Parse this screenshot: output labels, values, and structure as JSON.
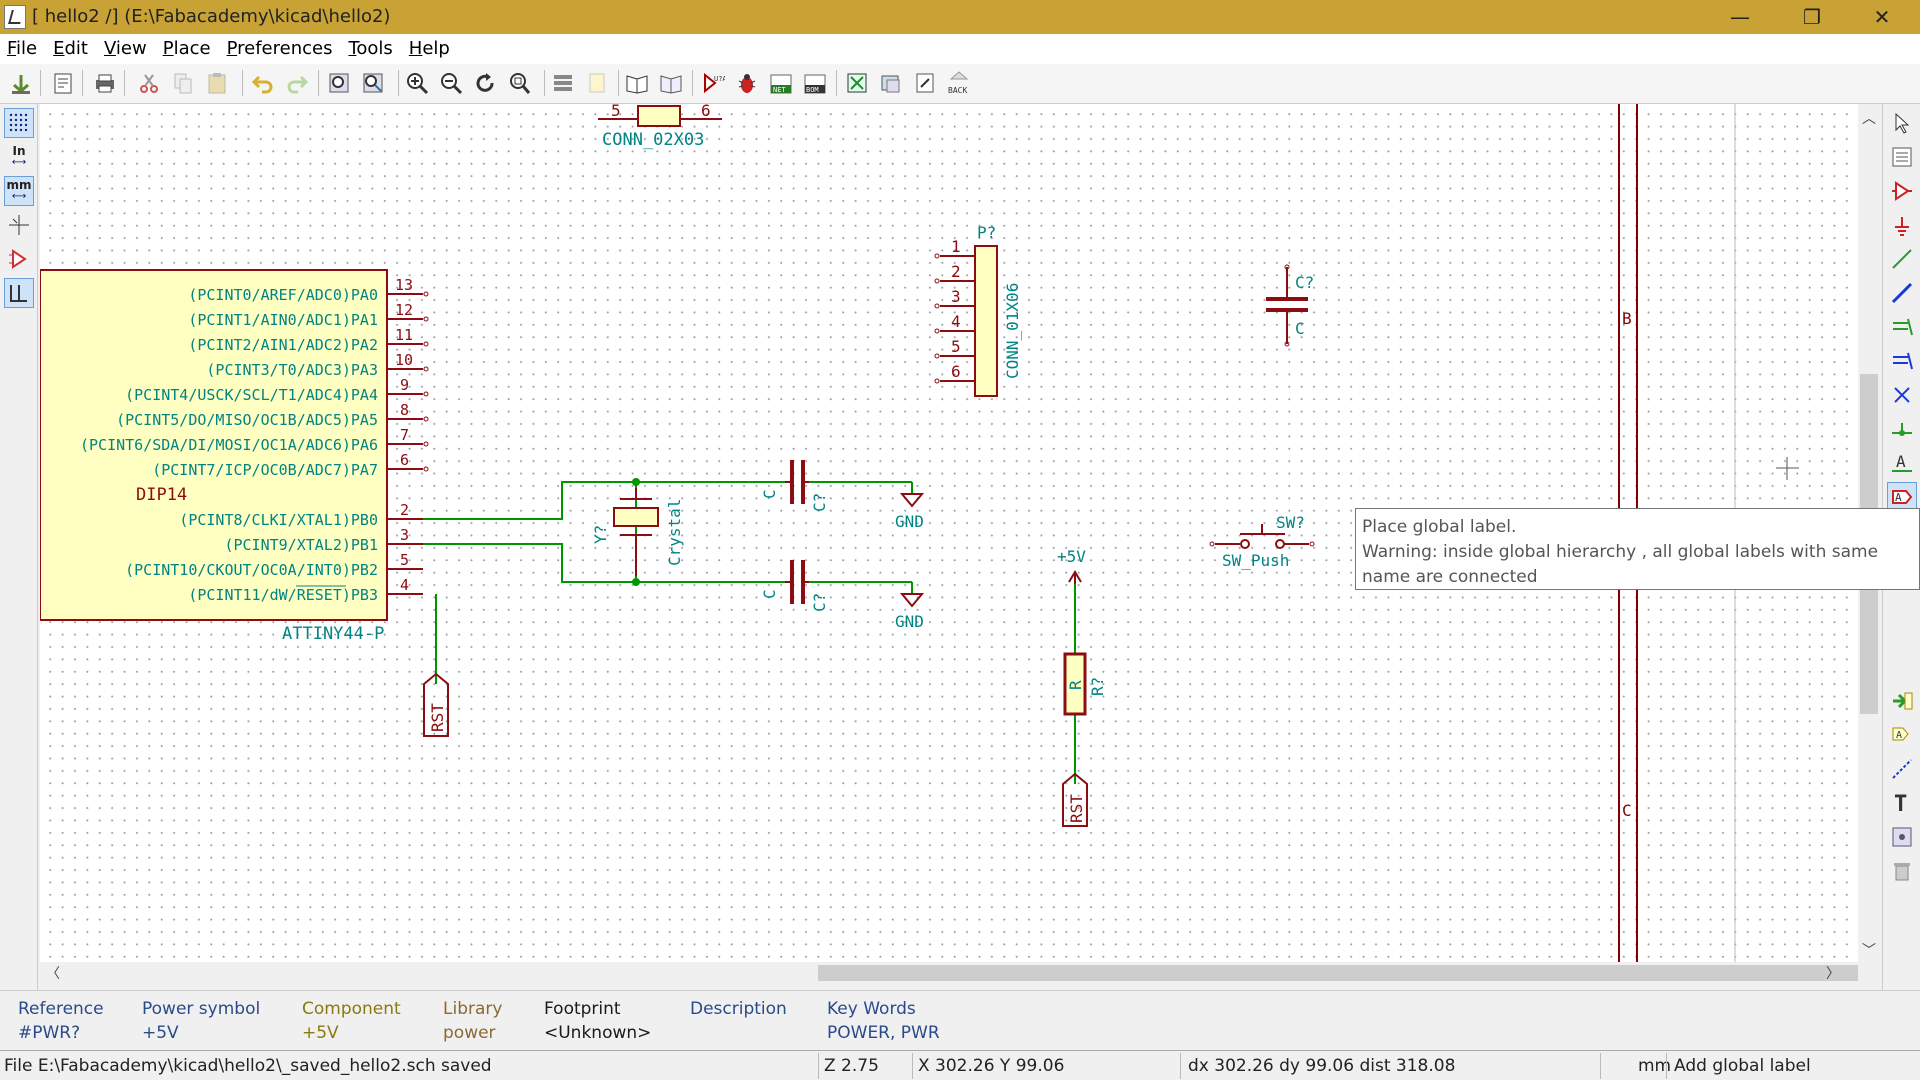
{
  "window": {
    "title": "[ hello2 /] (E:\\Fabacademy\\kicad\\hello2)",
    "minimize": "—",
    "maximize": "❐",
    "close": "✕"
  },
  "menu": {
    "items": [
      {
        "key": "F",
        "rest": "ile"
      },
      {
        "key": "E",
        "rest": "dit"
      },
      {
        "key": "V",
        "rest": "iew"
      },
      {
        "key": "P",
        "rest": "lace"
      },
      {
        "key": "P",
        "rest": "references"
      },
      {
        "key": "T",
        "rest": "ools"
      },
      {
        "key": "H",
        "rest": "elp"
      }
    ]
  },
  "toolbar": {
    "icons": [
      "new-icon",
      "open-icon",
      "print-icon",
      "cut-icon",
      "copy-icon",
      "paste-icon",
      "undo-icon",
      "redo-icon",
      "find-icon",
      "find-replace-icon",
      "zoom-in-icon",
      "zoom-out-icon",
      "zoom-redraw-icon",
      "zoom-fit-icon",
      "hierarchy-icon",
      "leave-sheet-icon",
      "library-editor-icon",
      "library-browser-icon",
      "annotate-icon",
      "erc-icon",
      "netlist-icon",
      "bom-icon",
      "cvpcb-icon",
      "pcbnew-icon",
      "import-icon",
      "back-icon"
    ],
    "back_label": "BACK",
    "net_label": "NET",
    "bom_label": "BOM"
  },
  "left_toolbar": {
    "in_label": "In",
    "mm_label": "mm"
  },
  "tooltip": {
    "line1": "Place global label.",
    "line2": "Warning: inside global hierarchy , all global labels with same name are connected"
  },
  "schematic": {
    "colors": {
      "body": "#8b0d11",
      "fill": "#ffffc2",
      "text": "#008484",
      "wire": "#009600",
      "border": "#840000"
    },
    "ic": {
      "package": "DIP14",
      "value": "ATTINY44-P",
      "pins_top": [
        {
          "num": "13",
          "name": "(PCINT0/AREF/ADC0)PA0"
        },
        {
          "num": "12",
          "name": "(PCINT1/AIN0/ADC1)PA1"
        },
        {
          "num": "11",
          "name": "(PCINT2/AIN1/ADC2)PA2"
        },
        {
          "num": "10",
          "name": "(PCINT3/T0/ADC3)PA3"
        },
        {
          "num": "9",
          "name": "(PCINT4/USCK/SCL/T1/ADC4)PA4"
        },
        {
          "num": "8",
          "name": "(PCINT5/DO/MISO/OC1B/ADC5)PA5"
        },
        {
          "num": "7",
          "name": "(PCINT6/SDA/DI/MOSI/OC1A/ADC6)PA6"
        },
        {
          "num": "6",
          "name": "(PCINT7/ICP/OC0B/ADC7)PA7"
        }
      ],
      "pins_bottom": [
        {
          "num": "2",
          "name": "(PCINT8/CLKI/XTAL1)PB0"
        },
        {
          "num": "3",
          "name": "(PCINT9/XTAL2)PB1"
        },
        {
          "num": "5",
          "name": "(PCINT10/CKOUT/OC0A/INT0)PB2"
        },
        {
          "num": "4",
          "name": "(PCINT11/dW/RESET)PB3"
        }
      ]
    },
    "conn_02x03": {
      "value": "CONN_02X03",
      "pin_a": "5",
      "pin_b": "6"
    },
    "conn_01x06": {
      "ref": "P?",
      "value": "CONN_01X06",
      "pins": [
        "1",
        "2",
        "3",
        "4",
        "5",
        "6"
      ]
    },
    "cap_top": {
      "ref": "C?",
      "value": "C"
    },
    "cap_1": {
      "ref": "C?",
      "value": "C"
    },
    "cap_2": {
      "ref": "C?",
      "value": "C"
    },
    "crystal": {
      "ref": "Y?",
      "value": "Crystal"
    },
    "gnd_1": "GND",
    "gnd_2": "GND",
    "switch": {
      "ref": "SW?",
      "value": "SW_Push"
    },
    "pwr_5v": "+5V",
    "resistor": {
      "ref": "R?",
      "value": "R"
    },
    "rst_label_1": "RST",
    "rst_label_2": "RST",
    "border_b": "B",
    "border_c": "C"
  },
  "info_panel": {
    "reference_label": "Reference",
    "reference_value": "#PWR?",
    "power_label": "Power symbol",
    "power_value": "+5V",
    "component_label": "Component",
    "component_value": "+5V",
    "library_label": "Library",
    "library_value": "power",
    "footprint_label": "Footprint",
    "footprint_value": "<Unknown>",
    "description_label": "Description",
    "description_value": "",
    "keywords_label": "Key Words",
    "keywords_value": "POWER, PWR",
    "colors": {
      "label": "#2a4a8a",
      "component": "#8a7a10",
      "library": "#8a6a30",
      "footprint": "#1a1a1a"
    }
  },
  "status_bar": {
    "file": "File E:\\Fabacademy\\kicad\\hello2\\_saved_hello2.sch saved",
    "zoom": "Z 2.75",
    "xy": "X 302.26  Y 99.06",
    "delta": "dx 302.26  dy 99.06  dist 318.08",
    "units": "mm",
    "mode": "Add global label"
  }
}
